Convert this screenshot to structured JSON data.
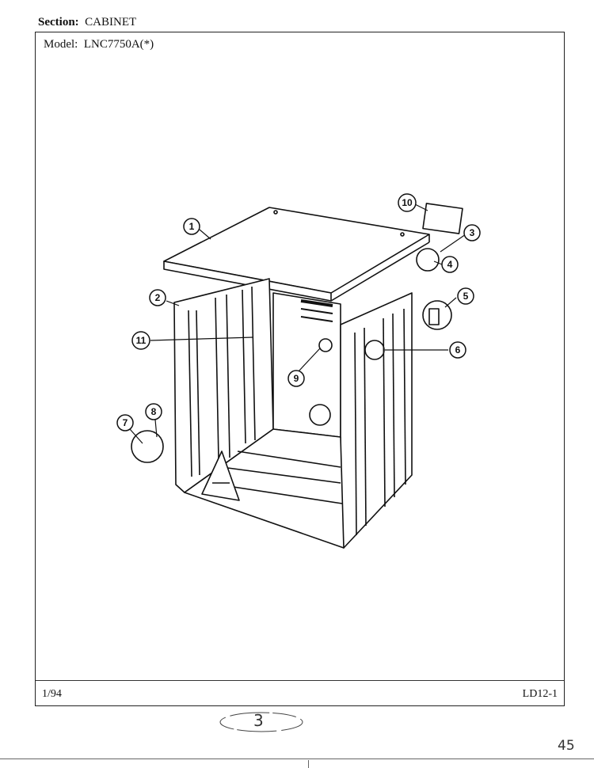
{
  "header": {
    "section_label": "Section:",
    "section_value": "CABINET"
  },
  "model": {
    "label": "Model:",
    "value": "LNC7750A(*)"
  },
  "footer": {
    "date": "1/94",
    "code": "LD12-1"
  },
  "handwritten": {
    "page_mark": "3",
    "corner_mark": "45"
  },
  "callouts": [
    "1",
    "2",
    "3",
    "4",
    "5",
    "6",
    "7",
    "8",
    "9",
    "10",
    "11"
  ]
}
